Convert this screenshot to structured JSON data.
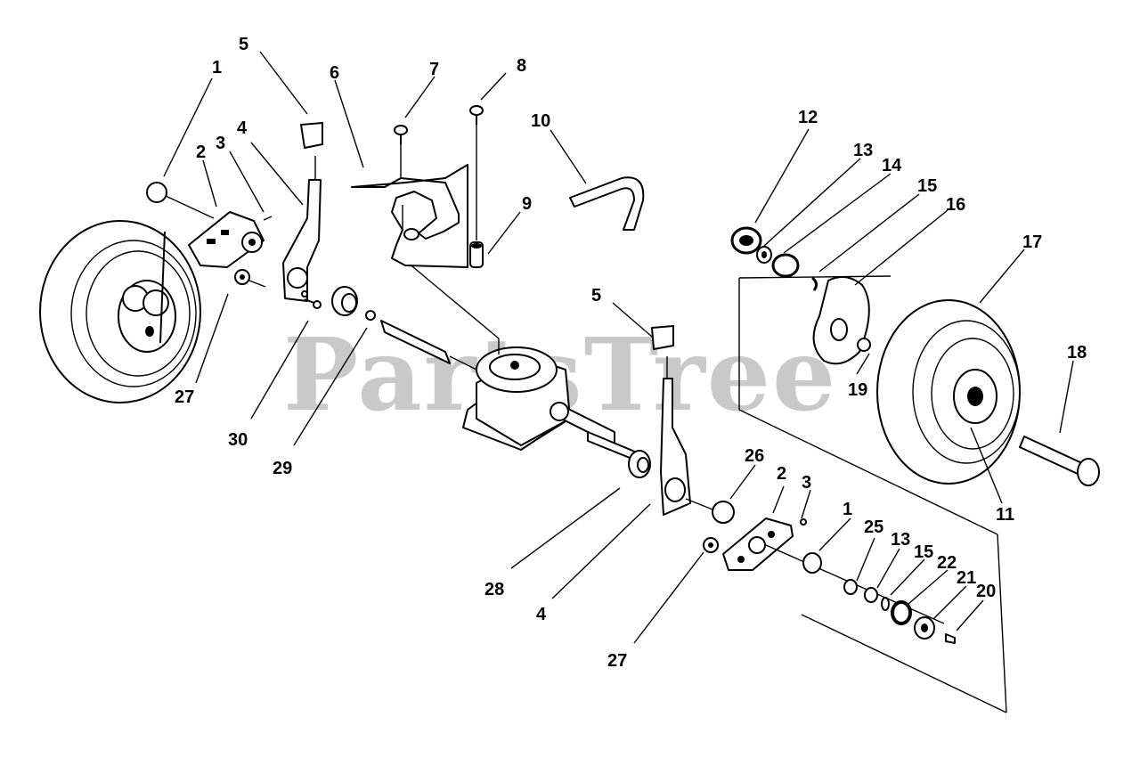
{
  "watermark": "PartsTree",
  "callouts": [
    "1",
    "2",
    "3",
    "4",
    "5",
    "6",
    "7",
    "8",
    "9",
    "10",
    "11",
    "12",
    "13",
    "14",
    "15",
    "16",
    "17",
    "18",
    "19",
    "20",
    "21",
    "22",
    "25",
    "26",
    "27",
    "28",
    "29",
    "30"
  ],
  "labels": {
    "l1a": "1",
    "l2a": "2",
    "l3a": "3",
    "l4a": "4",
    "l5a": "5",
    "l6": "6",
    "l7": "7",
    "l8": "8",
    "l9": "9",
    "l10": "10",
    "l12": "12",
    "l13a": "13",
    "l14": "14",
    "l15a": "15",
    "l16": "16",
    "l17": "17",
    "l18": "18",
    "l19": "19",
    "l11": "11",
    "l27a": "27",
    "l30": "30",
    "l29": "29",
    "l5b": "5",
    "l26": "26",
    "l2b": "2",
    "l3b": "3",
    "l1b": "1",
    "l25": "25",
    "l13b": "13",
    "l15b": "15",
    "l22": "22",
    "l21": "21",
    "l20": "20",
    "l28": "28",
    "l4b": "4",
    "l27b": "27"
  }
}
